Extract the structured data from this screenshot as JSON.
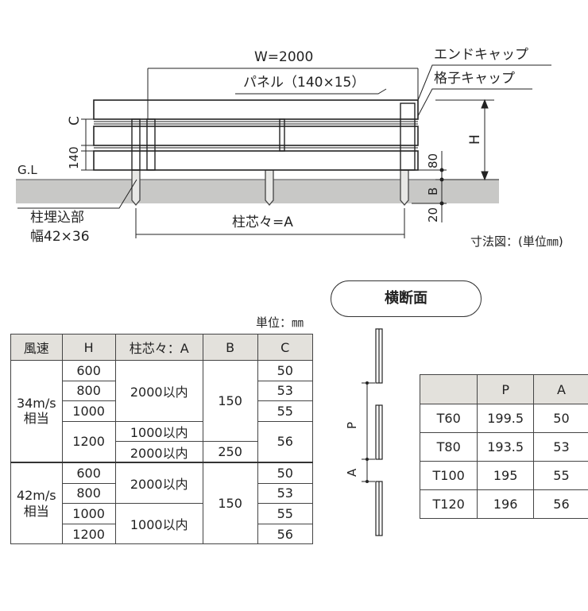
{
  "drawing": {
    "width_label": "W=2000",
    "panel_label": "パネル（140×15）",
    "end_cap_label": "エンドキャップ",
    "grid_cap_label": "格子キャップ",
    "c_label": "C",
    "h_label": "H",
    "dim_140": "140",
    "dim_80": "80",
    "dim_b": "B",
    "dim_20": "20",
    "gl_label": "G.L",
    "embed_label_1": "柱埋込部",
    "embed_label_2": "幅42×36",
    "post_pitch_label": "柱芯々=A",
    "unit_note": "寸法図：(単位㎜)"
  },
  "cross_section": {
    "title": "横断面",
    "p_label": "P",
    "a_label": "A"
  },
  "spec_table": {
    "unit": "単位：㎜",
    "headers": [
      "風速",
      "H",
      "柱芯々：A",
      "B",
      "C"
    ],
    "groups": [
      {
        "wind": "34m/s\n相当",
        "rows": [
          {
            "H": "600",
            "A": "2000以内",
            "B": "150",
            "C": "50"
          },
          {
            "H": "800",
            "C": "53"
          },
          {
            "H": "1000",
            "C": "55"
          },
          {
            "H": "1200",
            "A": "1000以内",
            "C": "56"
          },
          {
            "A": "2000以内",
            "B": "250"
          }
        ]
      },
      {
        "wind": "42m/s\n相当",
        "rows": [
          {
            "H": "600",
            "A": "2000以内",
            "B": "150",
            "C": "50"
          },
          {
            "H": "800",
            "C": "53"
          },
          {
            "H": "1000",
            "A": "1000以内",
            "C": "55"
          },
          {
            "H": "1200",
            "C": "56"
          }
        ]
      }
    ]
  },
  "section_table": {
    "headers": [
      "",
      "P",
      "A"
    ],
    "rows": [
      [
        "T60",
        "199.5",
        "50"
      ],
      [
        "T80",
        "193.5",
        "53"
      ],
      [
        "T100",
        "195",
        "55"
      ],
      [
        "T120",
        "196",
        "56"
      ]
    ]
  }
}
